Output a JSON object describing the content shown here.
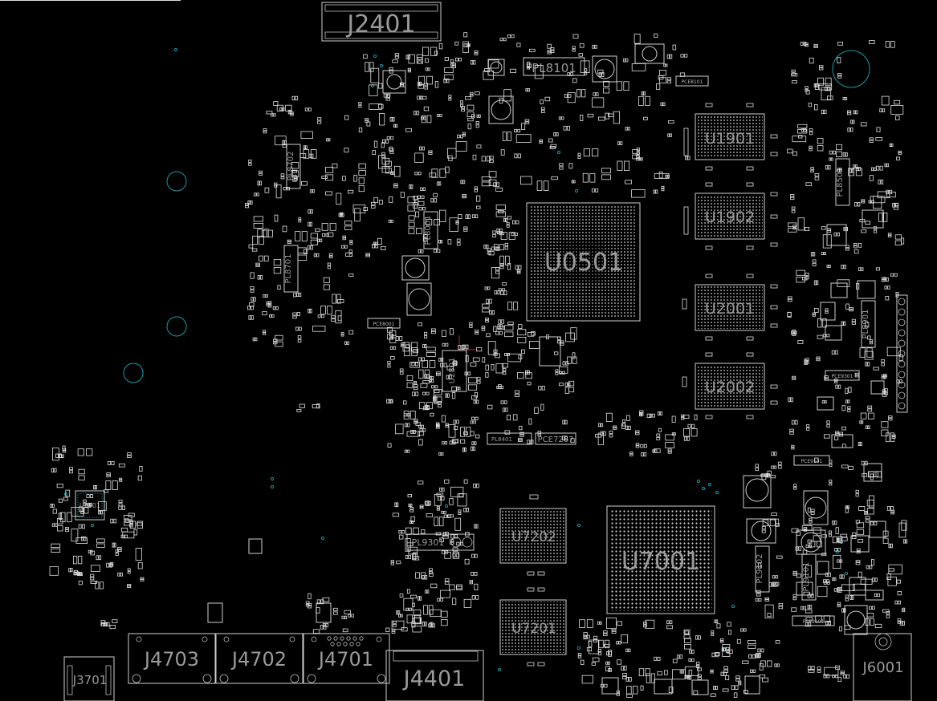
{
  "colors": {
    "background": "#000000",
    "outline": "#cfcfcf",
    "label": "#9a9a9a",
    "via": "#1a9aa6"
  },
  "labels": {
    "J2401": "J2401",
    "PL8101": "PL8101",
    "U0501": "U0501",
    "U1901": "U1901",
    "U1902": "U1902",
    "U2001": "U2001",
    "U2002": "U2002",
    "U7202": "U7202",
    "U7201": "U7201",
    "U7001": "U7001",
    "U2801": "U2801",
    "U3601": "U3601",
    "J4703": "J4703",
    "J4702": "J4702",
    "J4701": "J4701",
    "J4401": "J4401",
    "J3701": "J3701",
    "J6001": "J6001",
    "PL9301": "PL9301",
    "PL8001": "PL8001",
    "PL8701": "PL8701",
    "PL8702": "PL8702",
    "PL8501": "PL8501",
    "PL8901": "PL8901",
    "PL9101": "PL9101",
    "PL9102": "PL9102",
    "PL8401": "PL8401",
    "PCE7267": "PCE7267",
    "PCE8001": "PCE8001",
    "PCE8101": "PCE8101",
    "PCE9101": "PCE9101",
    "PCE9301": "PCE9301",
    "PCE9101b": "PCE9101"
  }
}
